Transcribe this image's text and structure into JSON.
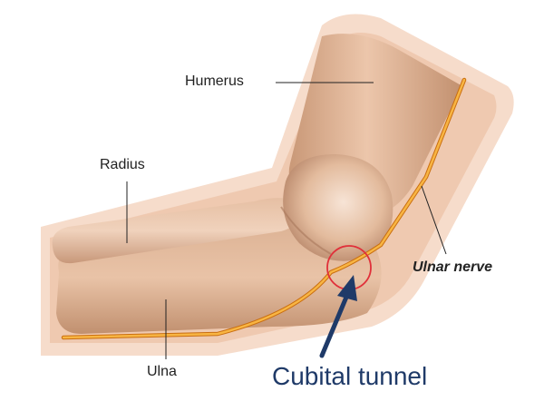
{
  "labels": {
    "humerus": "Humerus",
    "radius": "Radius",
    "ulna": "Ulna",
    "ulnar_nerve": "Ulnar nerve",
    "cubital_tunnel": "Cubital tunnel"
  },
  "colors": {
    "skin_outer": "#f6dccb",
    "skin_inner": "#eab99a",
    "bone_shaft": "#d8ab8a",
    "bone_highlight": "#f3dac7",
    "bone_shadow": "#b07e61",
    "nerve": "#f5a52a",
    "nerve_dark": "#c96e10",
    "marker_circle": "#e0303a",
    "arrow": "#1f3a68",
    "leader_line": "#222222"
  }
}
